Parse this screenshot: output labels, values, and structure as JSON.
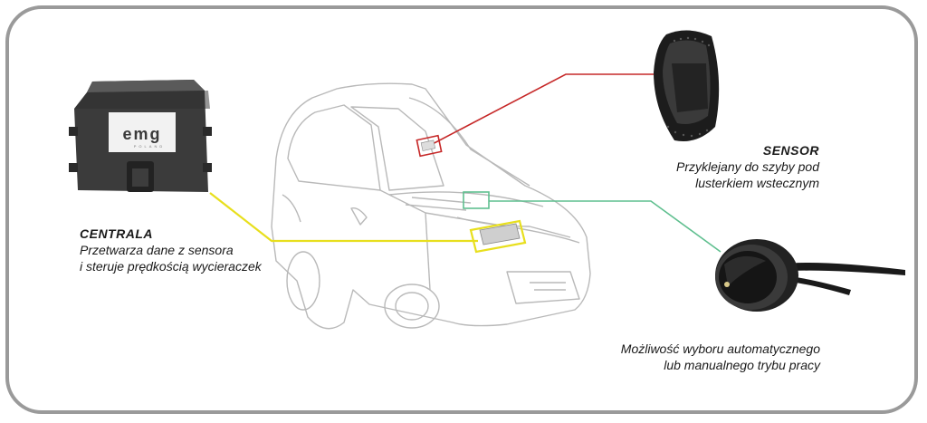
{
  "colors": {
    "sensor_line": "#c62828",
    "central_line": "#e8df1d",
    "switch_line": "#5fbf8f",
    "frame": "#9a9a9a"
  },
  "central": {
    "brand": "emg",
    "brand_sub": "POLAND",
    "title": "CENTRALA",
    "line1": "Przetwarza dane z sensora",
    "line2": "i steruje prędkością wycieraczek"
  },
  "sensor": {
    "title": "SENSOR",
    "line1": "Przyklejany do szyby pod",
    "line2": "lusterkiem wstecznym"
  },
  "switch": {
    "line1": "Możliwość wyboru automatycznego",
    "line2": "lub manualnego trybu pracy"
  }
}
